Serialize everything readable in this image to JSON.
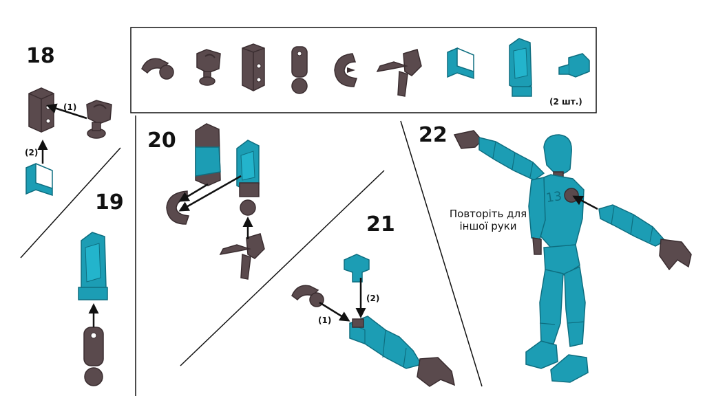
{
  "colors": {
    "brown": "#5a4a4d",
    "brown_dark": "#3a2d30",
    "teal": "#1c9db4",
    "teal_dark": "#0e6e80",
    "line": "#111111"
  },
  "parts_panel": {
    "parts": [
      {
        "icon": "ball-joint-part-icon"
      },
      {
        "icon": "clip-ball-part-icon"
      },
      {
        "icon": "block-part-icon"
      },
      {
        "icon": "pin-ball-part-icon"
      },
      {
        "icon": "c-clip-part-icon"
      },
      {
        "icon": "hand-part-icon"
      },
      {
        "icon": "teal-cover-part-icon"
      },
      {
        "icon": "teal-shell-part-icon"
      },
      {
        "icon": "small-teal-cover-part-icon"
      }
    ],
    "quantity_note": "(2 шт.)"
  },
  "steps": {
    "s18": {
      "number": "18",
      "label1": "(1)",
      "label2": "(2)"
    },
    "s19": {
      "number": "19"
    },
    "s20": {
      "number": "20"
    },
    "s21": {
      "number": "21",
      "label1": "(1)",
      "label2": "(2)"
    },
    "s22": {
      "number": "22",
      "note_line1": "Повторіть для",
      "note_line2": "іншої руки"
    }
  }
}
